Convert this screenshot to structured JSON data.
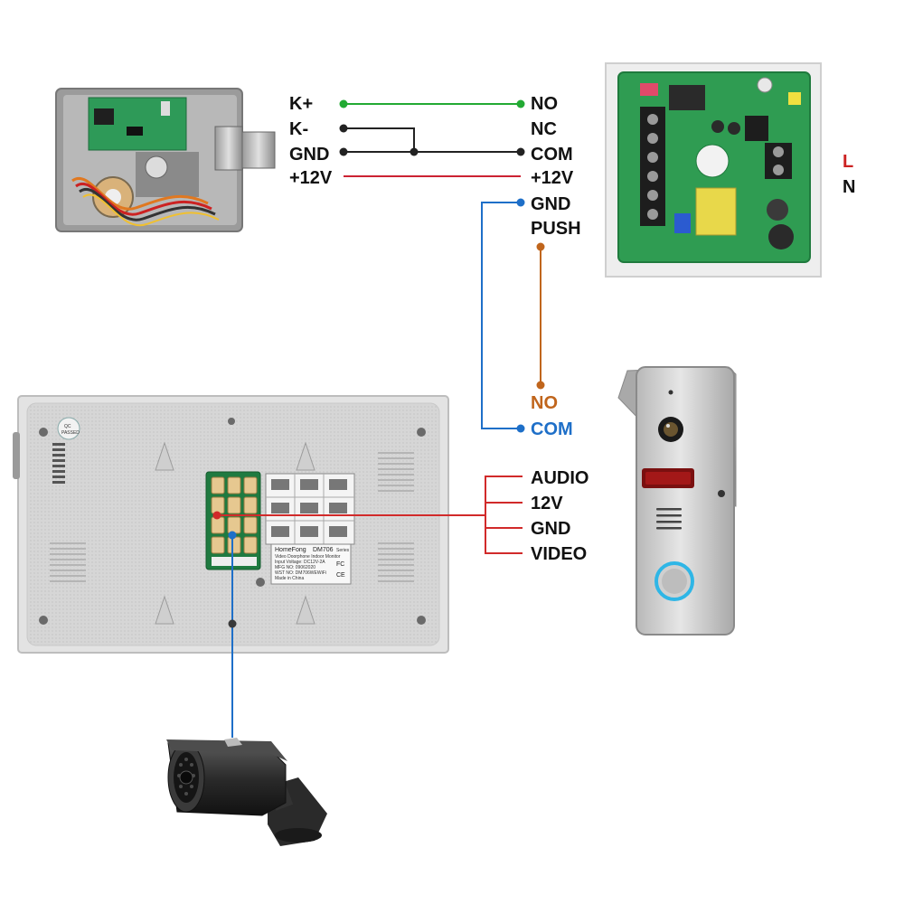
{
  "lock_terminals": [
    {
      "label": "K+",
      "color": "#22aa33"
    },
    {
      "label": "K-",
      "color": "#222222"
    },
    {
      "label": "GND",
      "color": "#222222"
    },
    {
      "label": "+12V",
      "color": "#cc2233"
    }
  ],
  "psu_terminals": [
    {
      "label": "NO",
      "color": "#222222"
    },
    {
      "label": "NC",
      "color": "#222222"
    },
    {
      "label": "COM",
      "color": "#222222"
    },
    {
      "label": "+12V",
      "color": "#222222"
    },
    {
      "label": "GND",
      "color": "#222222"
    },
    {
      "label": "PUSH",
      "color": "#222222"
    }
  ],
  "mains": {
    "L": "L",
    "N": "N",
    "L_color": "#cc2222",
    "N_color": "#111111"
  },
  "monitor_relay": {
    "no": "NO",
    "com": "COM",
    "no_color": "#c0651c",
    "com_color": "#1e6fc8"
  },
  "door_station_wires": [
    {
      "label": "AUDIO"
    },
    {
      "label": "12V"
    },
    {
      "label": "GND"
    },
    {
      "label": "VIDEO"
    }
  ],
  "monitor_sticker": {
    "brand": "HomeFong",
    "model": "DM706",
    "series": "Series",
    "line1": "Video Doorphone Indoor Monitor",
    "line2": "Input Voltage: DC12V-2A",
    "line3": "MFG NO: 09062020",
    "line4": "WST NO: DM706WEWiFi",
    "line5": "Made in China",
    "fc": "FC",
    "ce": "CE"
  },
  "monitor_qc": {
    "qc": "QC",
    "sub": "PASSED"
  },
  "wire_colors": {
    "green": "#22aa33",
    "black": "#222222",
    "red": "#cc2233",
    "blue": "#1e6fc8",
    "orange": "#c0651c",
    "redline": "#d12a2a"
  }
}
